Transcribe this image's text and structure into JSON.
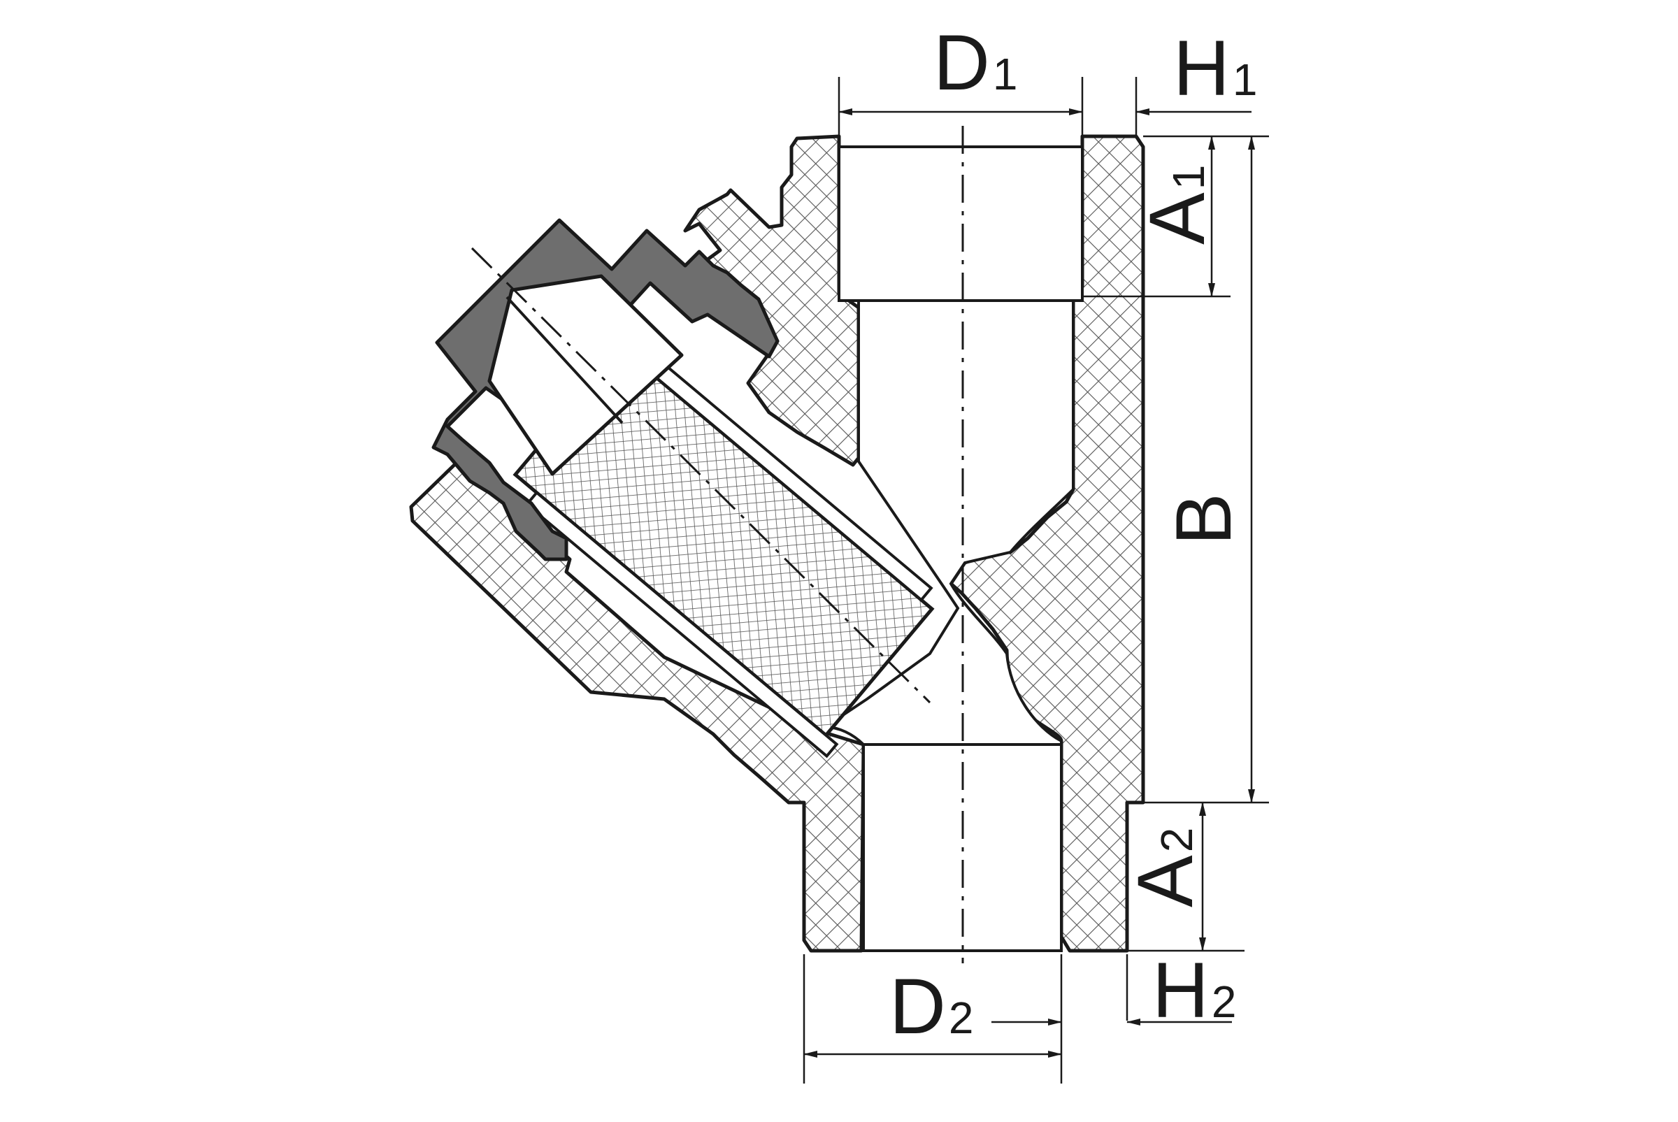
{
  "diagram": {
    "labels": {
      "D1": {
        "main": "D",
        "sub": "1"
      },
      "H1": {
        "main": "H",
        "sub": "1"
      },
      "A1": {
        "main": "A",
        "sub": "1"
      },
      "B": {
        "main": "B",
        "sub": ""
      },
      "A2": {
        "main": "A",
        "sub": "2"
      },
      "D2": {
        "main": "D",
        "sub": "2"
      },
      "H2": {
        "main": "H",
        "sub": "2"
      }
    },
    "colors": {
      "line": "#1a1a1a",
      "hatch": "#555555",
      "cap": "#6e6e6e",
      "background": "#ffffff"
    }
  }
}
